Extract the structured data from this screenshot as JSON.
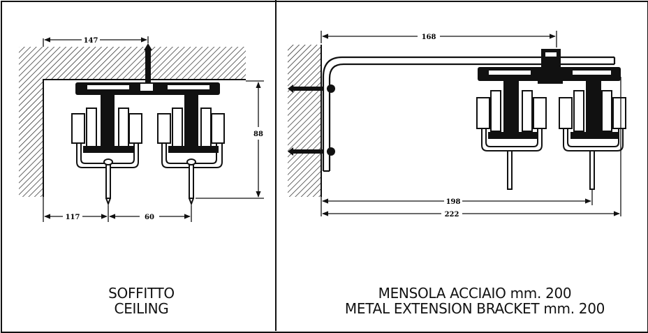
{
  "left_panel": {
    "dimensions": {
      "top_width": "147",
      "height": "88",
      "left_offset": "117",
      "spacing": "60"
    },
    "caption": {
      "line1": "SOFFITTO",
      "line2": "CEILING"
    }
  },
  "right_panel": {
    "dimensions": {
      "top_width": "168",
      "inner_span": "198",
      "total_span": "222"
    },
    "caption": {
      "line1": "MENSOLA ACCIAIO mm. 200",
      "line2": "METAL EXTENSION BRACKET mm. 200"
    }
  },
  "colors": {
    "ink": "#111111",
    "background": "#ffffff"
  }
}
